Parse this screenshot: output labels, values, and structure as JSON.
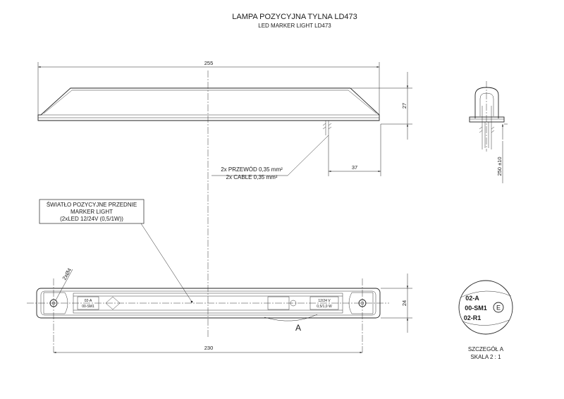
{
  "title": {
    "main": "LAMPA POZYCYJNA TYLNA LD473",
    "sub": "LED MARKER LIGHT LD473"
  },
  "dimensions": {
    "overall_length": "255",
    "height": "27",
    "cable_offset": "37",
    "cable_length": "250 ±10",
    "mounting_distance": "230",
    "width": "24",
    "screw": "2xØ4"
  },
  "cable_note": {
    "line1": "2x PRZEWÓD 0,35 mm²",
    "line2": "2x CABLE 0,35 mm²"
  },
  "marker_note": {
    "line1": "ŚWIATŁO POZYCYJNE PRZEDNIE",
    "line2": "MARKER LIGHT",
    "line3": "(2xLED 12/24V (0,5/1W))"
  },
  "detail_marker": "A",
  "detail": {
    "label": "SZCZEGÓŁ A",
    "scale": "SKALA 2 : 1",
    "code1": "02-A",
    "code2": "00-SM1",
    "code3": "02-R1",
    "stamp": "E"
  },
  "lamp_markings": {
    "left1": "02-A",
    "left2": "00-SM1",
    "right1": "12/24 V",
    "right2": "0,5/1,0 W"
  }
}
